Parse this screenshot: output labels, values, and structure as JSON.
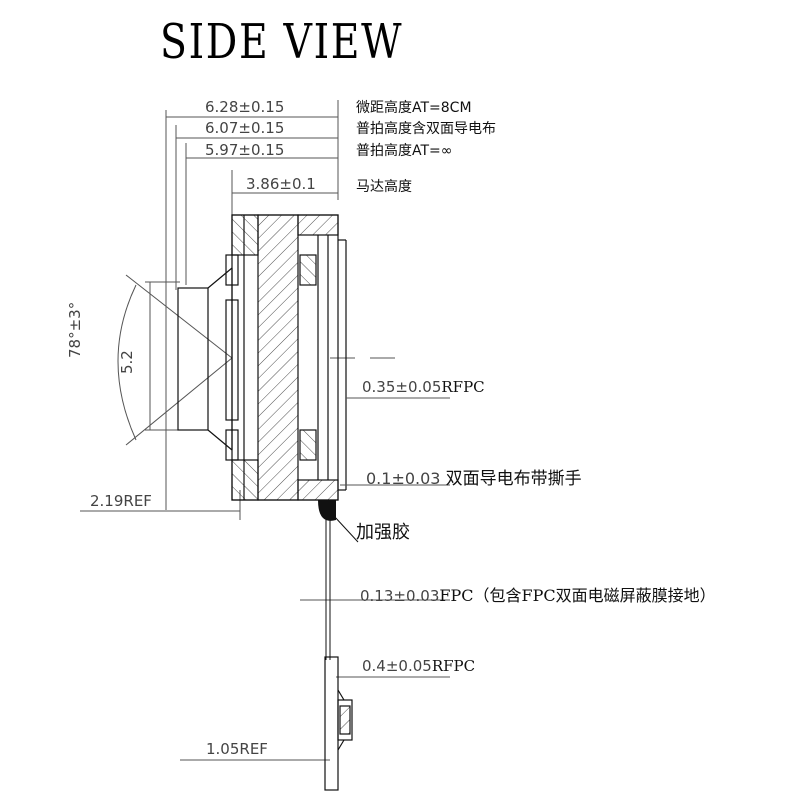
{
  "title": "SIDE VIEW",
  "top_dims": [
    {
      "value": "6.28±0.15",
      "note": "微距高度AT=8CM"
    },
    {
      "value": "6.07±0.15",
      "note": "普拍高度含双面导电布"
    },
    {
      "value": "5.97±0.15",
      "note": "普拍高度AT=∞"
    },
    {
      "value": "3.86±0.1",
      "note": "马达高度"
    }
  ],
  "left_dims": {
    "angle": "78°±3°",
    "height": "5.2",
    "ref": "2.19REF"
  },
  "right_dims": [
    {
      "value": "0.35±0.05",
      "suffix": "RFPC"
    },
    {
      "value": "0.1±0.03",
      "suffix": "双面导电布带撕手"
    },
    {
      "value": "0.13±0.03",
      "suffix": "FPC（包含FPC双面电磁屏蔽膜接地）"
    },
    {
      "value": "0.4±0.05",
      "suffix": "RFPC"
    }
  ],
  "callout": "加强胶",
  "bottom_ref": "1.05REF"
}
